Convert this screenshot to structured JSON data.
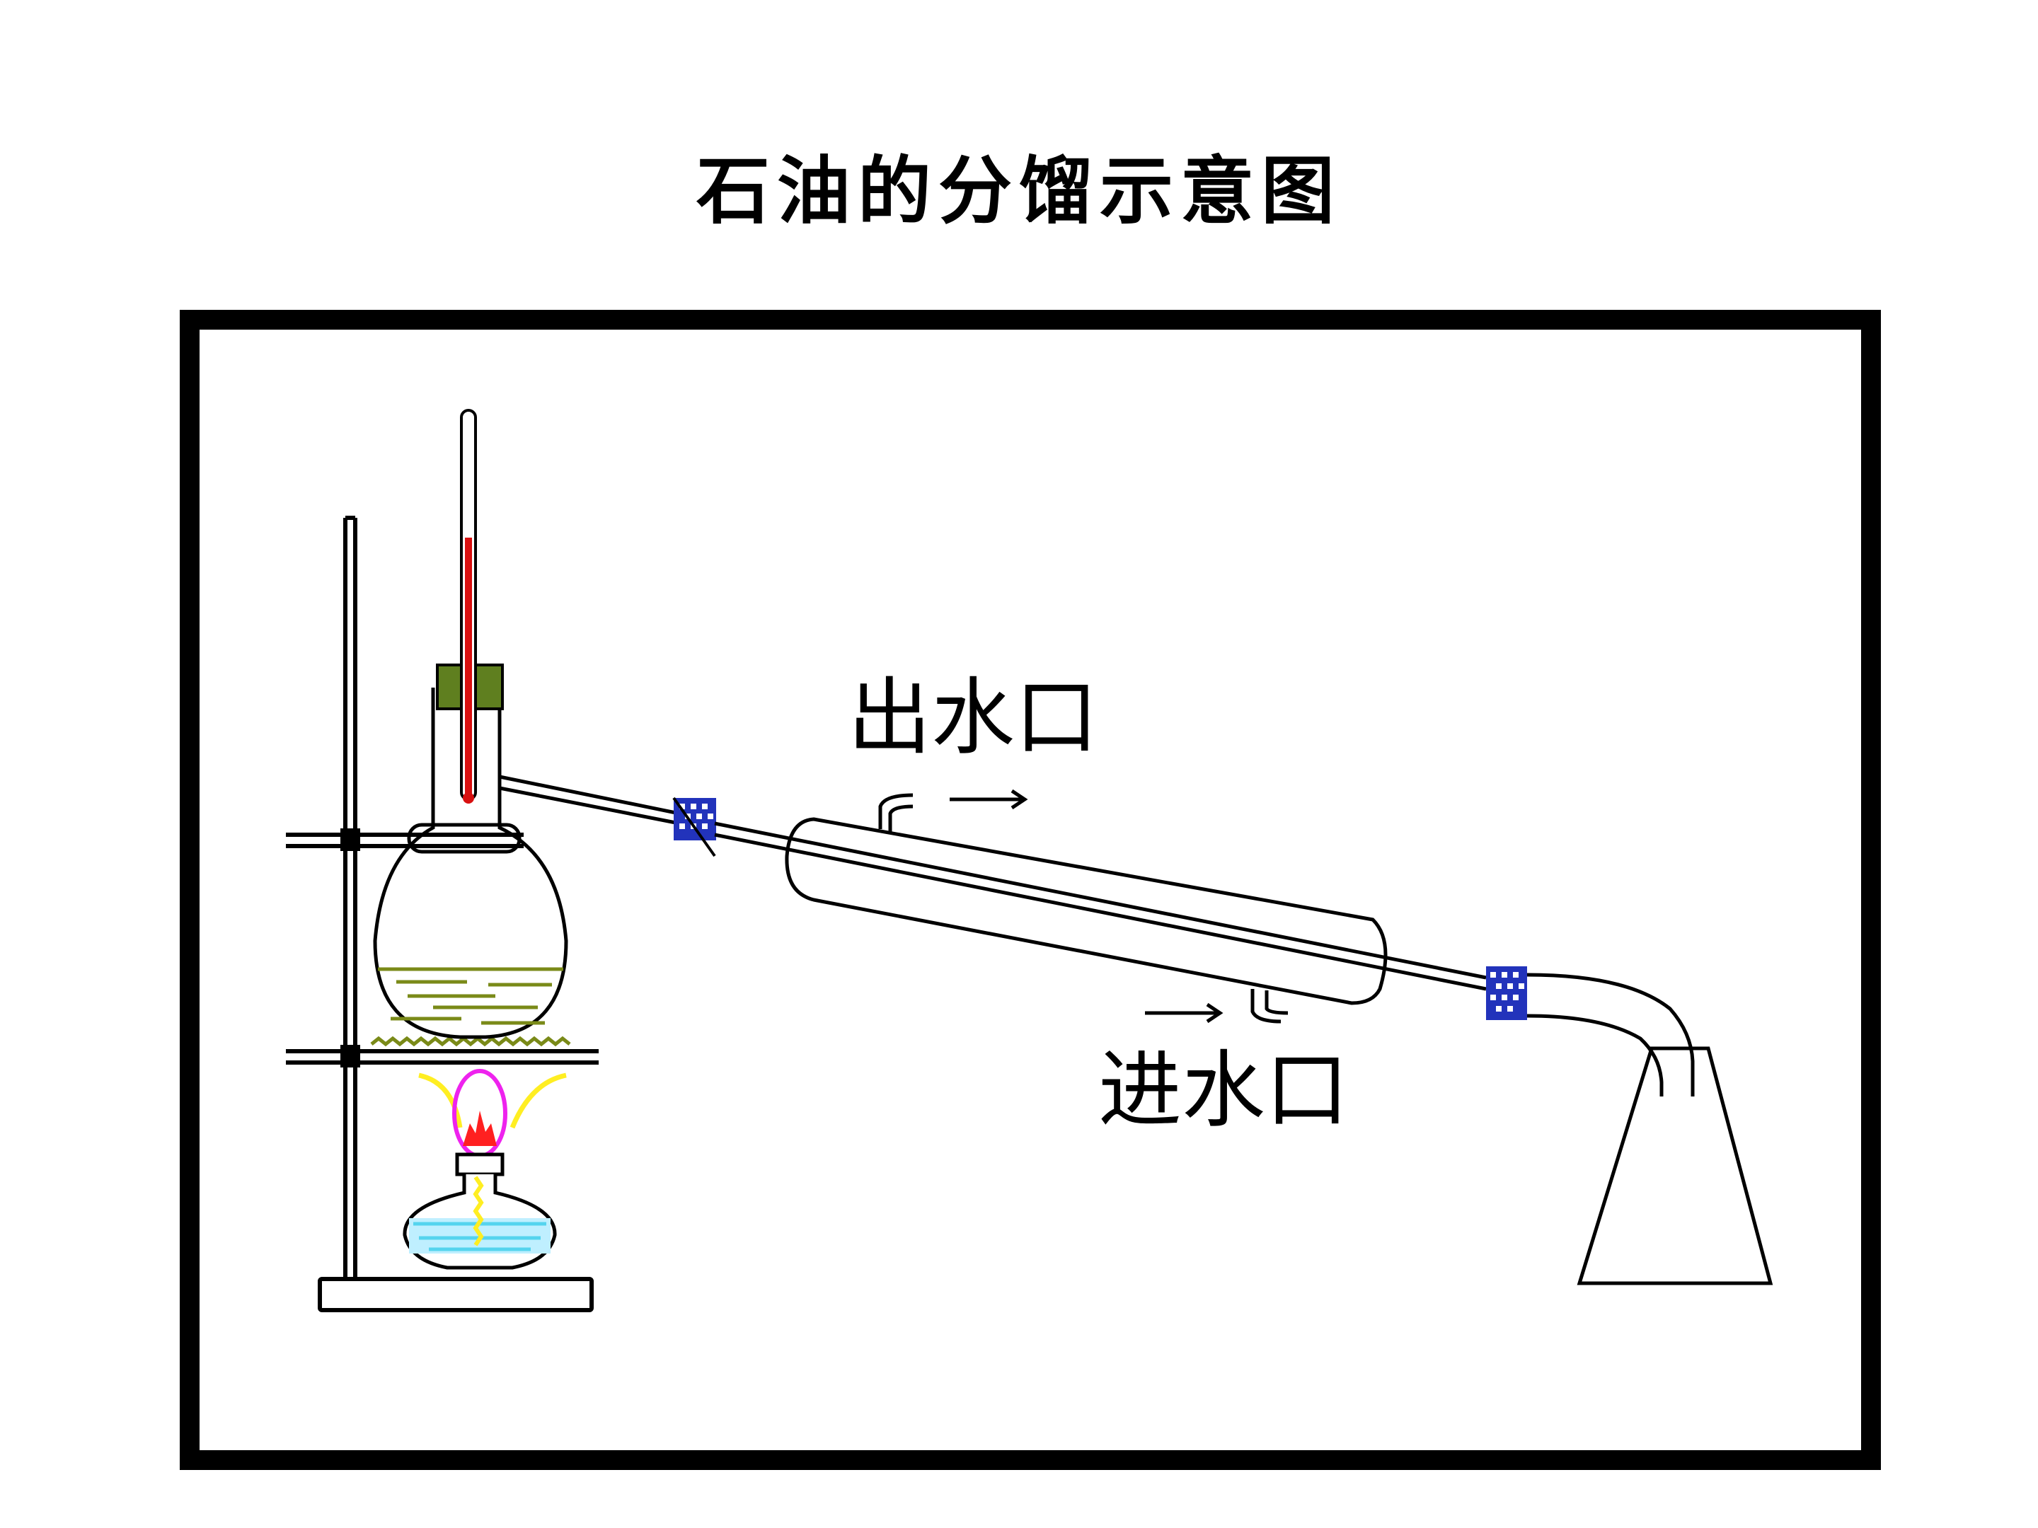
{
  "title": "石油的分馏示意图",
  "labels": {
    "water_outlet": "出水口",
    "water_inlet": "进水口"
  },
  "colors": {
    "frame": "#000000",
    "mercury": "#d81010",
    "stopper": "#5f7f1f",
    "liquid": "#7a8a18",
    "flame_outer": "#ffee22",
    "flame_mid": "#ee22ee",
    "flame_core": "#ff2020",
    "lamp_fuel": "#55d4ee",
    "rubber_stopper": "#2233bb"
  }
}
